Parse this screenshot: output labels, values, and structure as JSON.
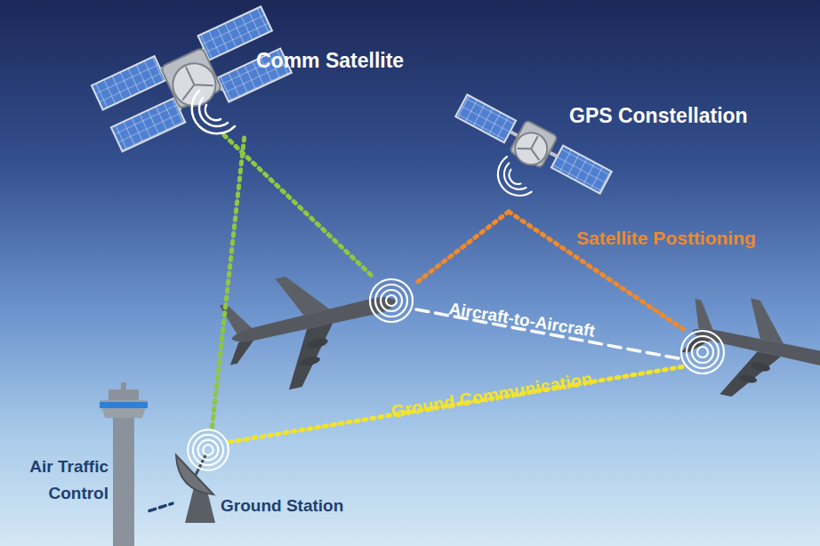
{
  "diagram": {
    "nodes": [
      {
        "text": [
          "Comm Satellite"
        ]
      },
      {
        "text": [
          "GPS Constellation"
        ]
      },
      {
        "text": [
          "Air Traffic Control"
        ]
      },
      {
        "text": [
          "Ground Station"
        ]
      }
    ],
    "edges": [
      {
        "from": 0,
        "to": 3,
        "arrow": "none"
      },
      {
        "from": 2,
        "to": 3,
        "arrow": "none"
      }
    ],
    "labels": [
      "Satellite Posttioning",
      "Aircraft-to-Aircraft",
      "Ground Communication"
    ]
  }
}
